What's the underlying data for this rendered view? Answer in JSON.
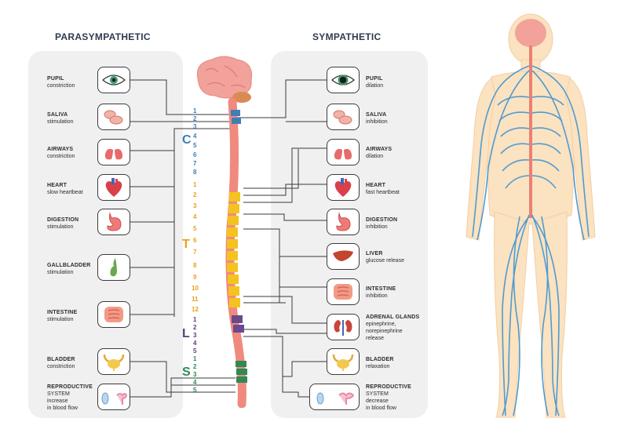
{
  "headings": {
    "left": "PARASYMPATHETIC",
    "right": "SYMPATHETIC"
  },
  "parasympathetic": [
    {
      "title": "PUPIL",
      "lines": [
        "constriction"
      ],
      "icon": "eye-icon"
    },
    {
      "title": "SALIVA",
      "lines": [
        "stimulation"
      ],
      "icon": "salivary-gland-icon"
    },
    {
      "title": "AIRWAYS",
      "lines": [
        "constriction"
      ],
      "icon": "lungs-icon"
    },
    {
      "title": "HEART",
      "lines": [
        "slow heartbeat"
      ],
      "icon": "heart-icon"
    },
    {
      "title": "DIGESTION",
      "lines": [
        "stimulation"
      ],
      "icon": "stomach-icon"
    },
    {
      "title": "GALLBLADDER",
      "lines": [
        "stimulation"
      ],
      "icon": "gallbladder-icon"
    },
    {
      "title": "INTESTINE",
      "lines": [
        "stimulation"
      ],
      "icon": "intestine-icon"
    },
    {
      "title": "BLADDER",
      "lines": [
        "constriction"
      ],
      "icon": "bladder-icon"
    },
    {
      "title": "REPRODUCTIVE",
      "lines": [
        "SYSTEM",
        "increase",
        "in blood flow"
      ],
      "icon": "reproductive-icon"
    }
  ],
  "sympathetic": [
    {
      "title": "PUPIL",
      "lines": [
        "dilation"
      ],
      "icon": "eye-icon"
    },
    {
      "title": "SALIVA",
      "lines": [
        "inhibition"
      ],
      "icon": "salivary-gland-icon"
    },
    {
      "title": "AIRWAYS",
      "lines": [
        "dilation"
      ],
      "icon": "lungs-icon"
    },
    {
      "title": "HEART",
      "lines": [
        "fast heartbeat"
      ],
      "icon": "heart-icon"
    },
    {
      "title": "DIGESTION",
      "lines": [
        "inhibition"
      ],
      "icon": "stomach-icon"
    },
    {
      "title": "LIVER",
      "lines": [
        "glucose release"
      ],
      "icon": "liver-icon"
    },
    {
      "title": "INTESTINE",
      "lines": [
        "inhibition"
      ],
      "icon": "intestine-icon"
    },
    {
      "title": "ADRENAL GLANDS",
      "lines": [
        "epinephrine,",
        "norepinephrine",
        "release"
      ],
      "icon": "kidneys-icon"
    },
    {
      "title": "BLADDER",
      "lines": [
        "relaxation"
      ],
      "icon": "bladder-icon"
    },
    {
      "title": "REPRODUCTIVE",
      "lines": [
        "SYSTEM",
        "decrease",
        "in blood flow"
      ],
      "icon": "reproductive-icon"
    }
  ],
  "spine": {
    "regions": [
      {
        "letter": "C",
        "color": "#3f7fb5",
        "numbers": [
          "1",
          "2",
          "3",
          "4",
          "5",
          "6",
          "7",
          "8"
        ]
      },
      {
        "letter": "T",
        "color": "#e8a21c",
        "numbers": [
          "1",
          "2",
          "3",
          "4",
          "5",
          "6",
          "7",
          "8",
          "9",
          "10",
          "11",
          "12"
        ]
      },
      {
        "letter": "L",
        "color": "#5b3f7a",
        "numbers": [
          "1",
          "2",
          "3",
          "4",
          "5"
        ]
      },
      {
        "letter": "S",
        "color": "#2f8a56",
        "numbers": [
          "1",
          "2",
          "3",
          "4",
          "5"
        ]
      }
    ]
  },
  "colors": {
    "panel": "#f0f0f0",
    "brain": "#f2a19b",
    "cord": "#f08a7e",
    "cervical": "#3f7fb5",
    "thoracic": "#f5c31f",
    "lumbar": "#6a4a8c",
    "sacral": "#2f8a56",
    "skin": "#fbe2c0",
    "nerves": "#4f9bd1"
  },
  "figures": [
    "brain-spinal-cord",
    "human-body-nervous-system"
  ]
}
